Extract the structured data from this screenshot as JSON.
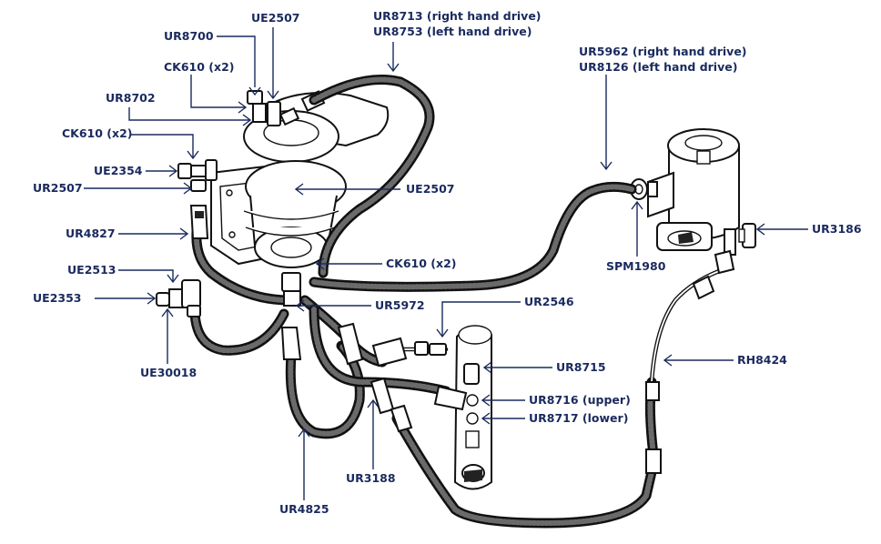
{
  "labels": {
    "ur8700": "UR8700",
    "ue2507_top": "UE2507",
    "ck610_top": "CK610 (x2)",
    "ur8702": "UR8702",
    "ck610_left": "CK610 (x2)",
    "ue2354": "UE2354",
    "ur2507": "UR2507",
    "ur4827": "UR4827",
    "ue2513": "UE2513",
    "ue2353": "UE2353",
    "ue30018": "UE30018",
    "ur8713": "UR8713 (right hand drive)",
    "ur8753": "UR8753 (left hand drive)",
    "ue2507_mid": "UE2507",
    "ck610_mid": "CK610 (x2)",
    "ur5972": "UR5972",
    "ur2546": "UR2546",
    "ur8715": "UR8715",
    "ur8716": "UR8716 (upper)",
    "ur8717": "UR8717 (lower)",
    "ur3188": "UR3188",
    "ur4825": "UR4825",
    "ur5962": "UR5962 (right hand drive)",
    "ur8126": "UR8126 (left hand drive)",
    "spm1980": "SPM1980",
    "ur3186": "UR3186",
    "rh8424": "RH8424"
  },
  "colors": {
    "label_text": "#1a2a5e",
    "leader_line": "#1a2a5e",
    "line_art": "#111111"
  }
}
